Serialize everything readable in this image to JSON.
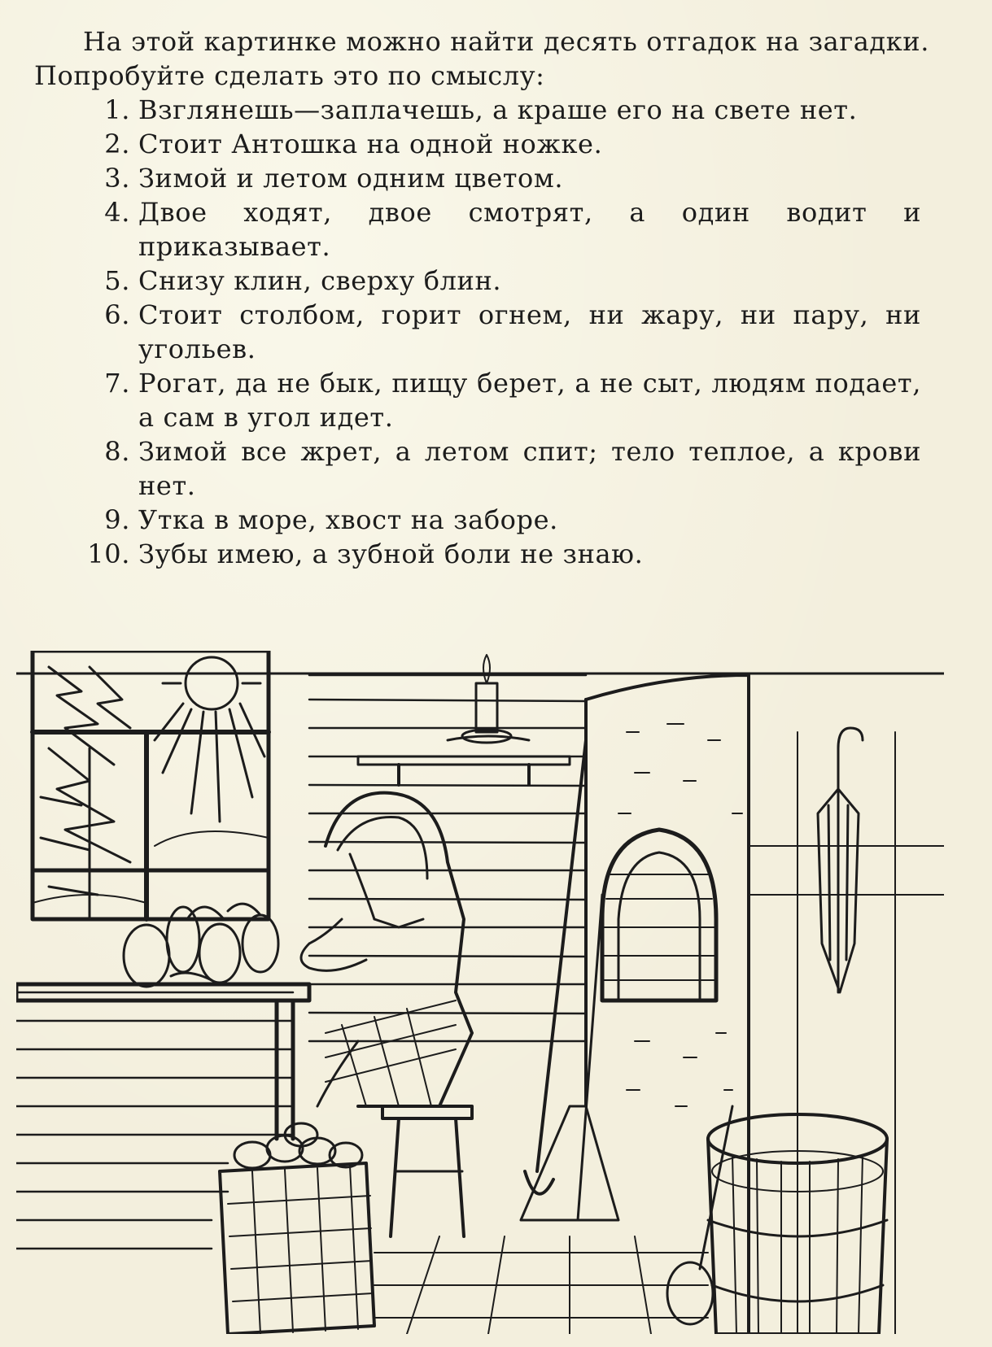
{
  "intro": "На этой картинке можно найти десять отгадок на загадки. Попробуйте сделать это по смыслу:",
  "riddles": [
    {
      "num": "1.",
      "text": "Взглянешь—заплачешь, а краше его на свете нет."
    },
    {
      "num": "2.",
      "text": "Стоит Антошка на одной ножке."
    },
    {
      "num": "3.",
      "text": "Зимой и летом одним цветом."
    },
    {
      "num": "4.",
      "text": "Двое ходят, двое смотрят, а один водит и приказывает."
    },
    {
      "num": "5.",
      "text": "Снизу клин, сверху блин."
    },
    {
      "num": "6.",
      "text": "Стоит столбом, горит огнем, ни жару, ни пару, ни угольев."
    },
    {
      "num": "7.",
      "text": "Рогат, да не бык, пищу берет, а не сыт, людям подает, а сам в угол идет."
    },
    {
      "num": "8.",
      "text": "Зимой все жрет, а летом спит; тело теплое, а крови нет."
    },
    {
      "num": "9.",
      "text": "Утка в море, хвост на заборе."
    },
    {
      "num": "10.",
      "text": "Зубы имею, а зубной боли не знаю."
    }
  ],
  "colors": {
    "paper": "#f3efdd",
    "ink": "#1c1c1c"
  }
}
